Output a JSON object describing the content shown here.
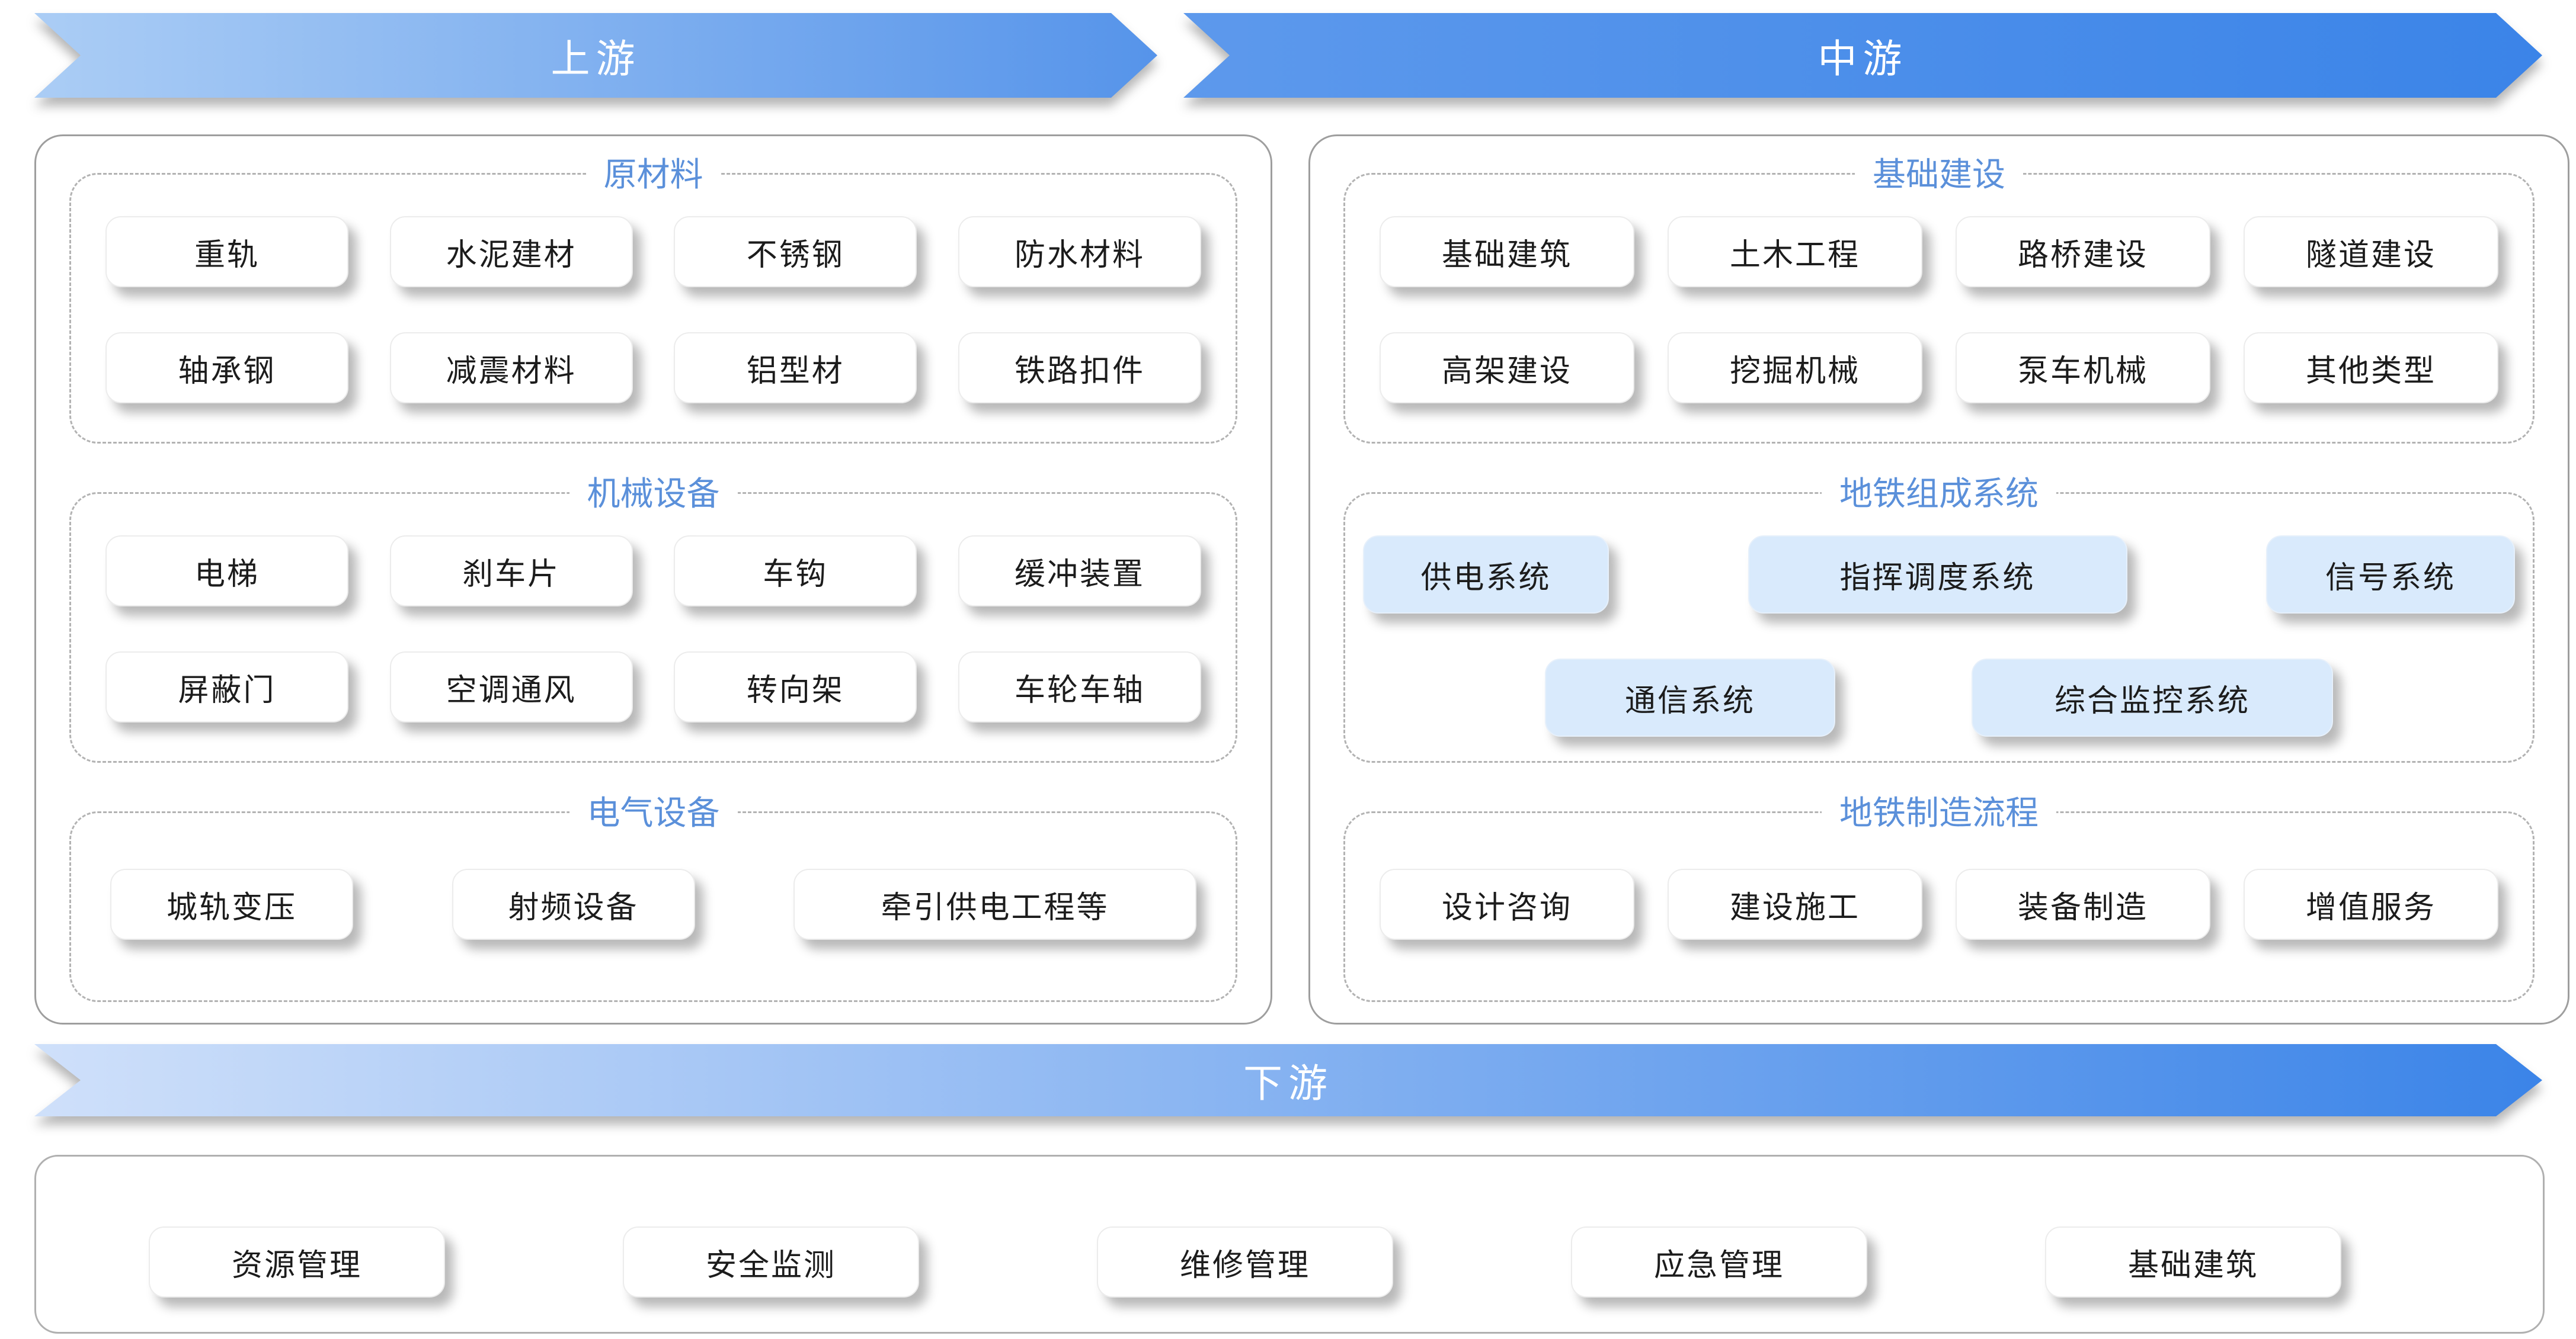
{
  "banners": {
    "upstream": "上游",
    "midstream": "中游",
    "downstream": "下游"
  },
  "upstream_panel": {
    "sections": [
      {
        "title": "原材料",
        "rows": [
          [
            "重轨",
            "水泥建材",
            "不锈钢",
            "防水材料"
          ],
          [
            "轴承钢",
            "减震材料",
            "铝型材",
            "铁路扣件"
          ]
        ]
      },
      {
        "title": "机械设备",
        "rows": [
          [
            "电梯",
            "刹车片",
            "车钩",
            "缓冲装置"
          ],
          [
            "屏蔽门",
            "空调通风",
            "转向架",
            "车轮车轴"
          ]
        ]
      },
      {
        "title": "电气设备",
        "rows": [
          [
            "城轨变压",
            "射频设备",
            "牵引供电工程等"
          ]
        ]
      }
    ]
  },
  "midstream_panel": {
    "sections": [
      {
        "title": "基础建设",
        "rows": [
          [
            "基础建筑",
            "土木工程",
            "路桥建设",
            "隧道建设"
          ],
          [
            "高架建设",
            "挖掘机械",
            "泵车机械",
            "其他类型"
          ]
        ]
      },
      {
        "title": "地铁组成系统",
        "highlighted": true,
        "rows": [
          [
            "供电系统",
            "指挥调度系统",
            "信号系统"
          ],
          [
            "通信系统",
            "综合监控系统"
          ]
        ]
      },
      {
        "title": "地铁制造流程",
        "rows": [
          [
            "设计咨询",
            "建设施工",
            "装备制造",
            "增值服务"
          ]
        ]
      }
    ]
  },
  "downstream_panel": {
    "items": [
      "资源管理",
      "安全监测",
      "维修管理",
      "应急管理",
      "基础建筑"
    ]
  },
  "colors": {
    "banner_gradient_light": "#abcdf5",
    "banner_gradient_dark": "#3b84e8",
    "downstream_gradient_start": "#cfe0fa",
    "section_title_blue": "#5b90da",
    "highlight_node_bg": "#d9eafc",
    "node_text": "#1c1c1c",
    "panel_border_gray": "#9e9e9e"
  }
}
